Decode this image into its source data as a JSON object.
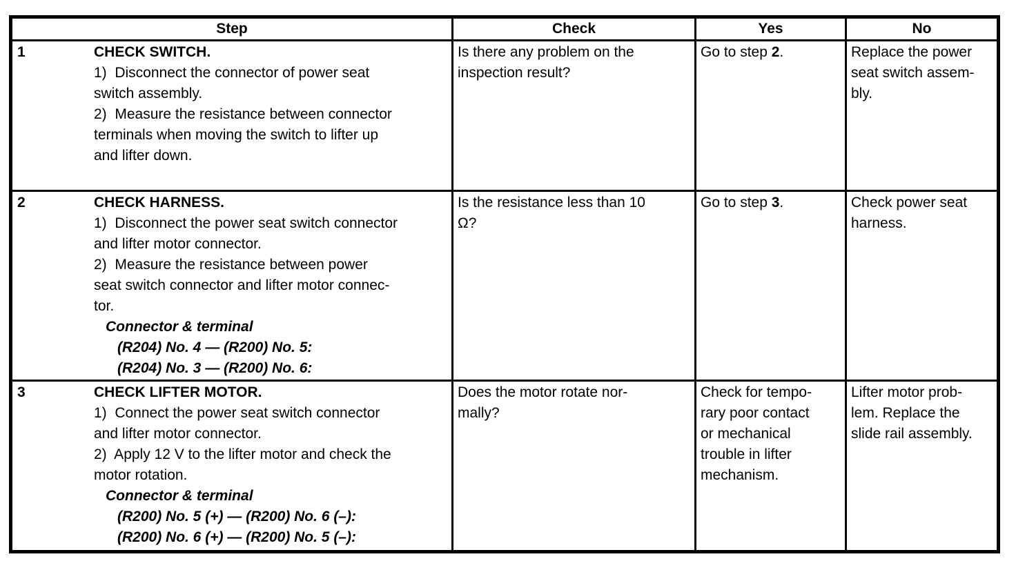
{
  "page": {
    "background_color": "#ffffff",
    "line_color": "#000000",
    "text_color": "#000000"
  },
  "table": {
    "headers": {
      "step": "Step",
      "check": "Check",
      "yes": "Yes",
      "no": "No"
    },
    "rows": [
      {
        "step_number": "1",
        "title": "CHECK SWITCH.",
        "instructions": "1)  Disconnect the connector of power seat\nswitch assembly.\n2)  Measure the resistance between connector\nterminals when moving the switch to lifter up\nand lifter down.",
        "connector_label": "",
        "connector_terminals": "",
        "check": "Is there any problem on the\ninspection result?",
        "yes_before": "Go to step ",
        "yes_step_ref": "2",
        "yes_after": ".",
        "no": "Replace the power\nseat switch assem-\nbly."
      },
      {
        "step_number": "2",
        "title": "CHECK HARNESS.",
        "instructions": "1)  Disconnect the power seat switch connector\nand lifter motor connector.\n2)  Measure the resistance between power\nseat switch connector and lifter motor connec-\ntor.",
        "connector_label": "Connector & terminal",
        "connector_terminals": "(R204) No. 4 — (R200) No. 5:\n(R204) No. 3 — (R200) No. 6:",
        "check": "Is the resistance less than 10\nΩ?",
        "yes_before": "Go to step ",
        "yes_step_ref": "3",
        "yes_after": ".",
        "no": "Check power seat\nharness."
      },
      {
        "step_number": "3",
        "title": "CHECK LIFTER MOTOR.",
        "instructions": "1)  Connect the power seat switch connector\nand lifter motor connector.\n2)  Apply 12 V to the lifter motor and check the\nmotor rotation.",
        "connector_label": "Connector & terminal",
        "connector_terminals": "(R200) No. 5 (+) — (R200) No. 6 (–):\n(R200) No. 6 (+) — (R200) No. 5 (–):",
        "check": "Does the motor rotate nor-\nmally?",
        "yes_before": "Check for tempo-\nrary poor contact\nor mechanical\ntrouble in lifter\nmechanism.",
        "yes_step_ref": "",
        "yes_after": "",
        "no": "Lifter motor prob-\nlem. Replace the\nslide rail assembly."
      }
    ]
  }
}
